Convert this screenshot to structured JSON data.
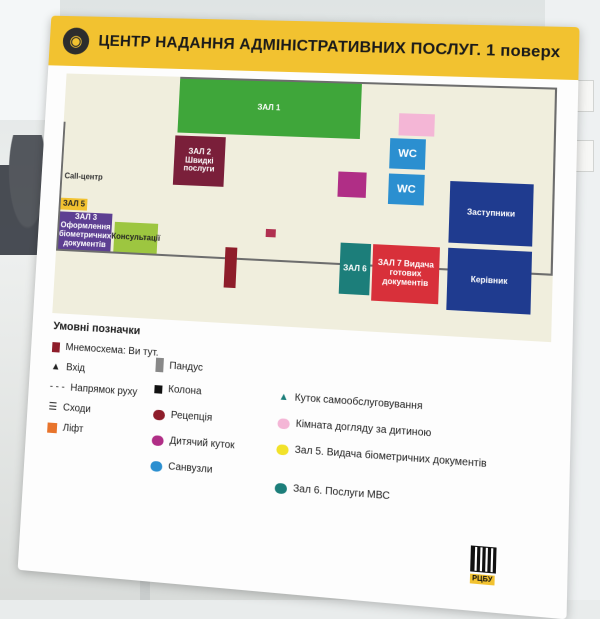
{
  "sign": {
    "title": "ЦЕНТР НАДАННЯ АДМІНІСТРАТИВНИХ ПОСЛУГ. 1 поверх",
    "brand_color": "#f2c230"
  },
  "rooms": {
    "hall1": "ЗАЛ 1",
    "hall2": "ЗАЛ 2 Швидкі послуги",
    "call_center": "Call-центр",
    "hall5": "ЗАЛ 5",
    "hall3": "ЗАЛ 3 Оформлення біометричних документів",
    "consult": "Консультації",
    "wc1": "WC",
    "wc2": "WC",
    "deputies": "Заступники",
    "hall6": "ЗАЛ 6",
    "hall7": "ЗАЛ 7 Видача готових документів",
    "director": "Керівник"
  },
  "legend": {
    "title": "Умовні позначки",
    "mnemo": "Мнемосхема: Ви тут.",
    "entrance": "Вхід",
    "direction": "Напрямок руху",
    "stairs": "Сходи",
    "lift": "Ліфт",
    "ramp": "Пандус",
    "column": "Колона",
    "reception": "Рецепція",
    "kids": "Дитячий куток",
    "toilets": "Санвузли",
    "self_service": "Куток самообслуговування",
    "baby_care": "Кімната догляду за дитиною",
    "hall5_desc": "Зал 5. Видача біометричних документів",
    "hall6_desc": "Зал 6. Послуги МВС"
  },
  "qr_badge": "РЦБУ"
}
